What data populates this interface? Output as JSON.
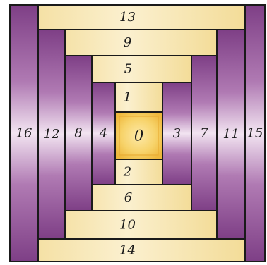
{
  "palette": {
    "purple_dark": "#8a4a8f",
    "purple_light": "#ead4ea",
    "yellow": "#f1dc9e",
    "yellow_light": "#fbf1d2",
    "center": "#f5cc55",
    "outline": "#1a1a1a"
  },
  "pieces": [
    {
      "id": "13",
      "label": "13",
      "kind": "light"
    },
    {
      "id": "9",
      "label": "9",
      "kind": "light"
    },
    {
      "id": "5",
      "label": "5",
      "kind": "light"
    },
    {
      "id": "1",
      "label": "1",
      "kind": "light"
    },
    {
      "id": "0",
      "label": "0",
      "kind": "center"
    },
    {
      "id": "2",
      "label": "2",
      "kind": "light"
    },
    {
      "id": "6",
      "label": "6",
      "kind": "light"
    },
    {
      "id": "10",
      "label": "10",
      "kind": "light"
    },
    {
      "id": "14",
      "label": "14",
      "kind": "light"
    },
    {
      "id": "16",
      "label": "16",
      "kind": "dark"
    },
    {
      "id": "12",
      "label": "12",
      "kind": "dark"
    },
    {
      "id": "8",
      "label": "8",
      "kind": "dark"
    },
    {
      "id": "4",
      "label": "4",
      "kind": "dark"
    },
    {
      "id": "3",
      "label": "3",
      "kind": "dark"
    },
    {
      "id": "7",
      "label": "7",
      "kind": "dark"
    },
    {
      "id": "11",
      "label": "11",
      "kind": "dark"
    },
    {
      "id": "15",
      "label": "15",
      "kind": "dark"
    }
  ]
}
